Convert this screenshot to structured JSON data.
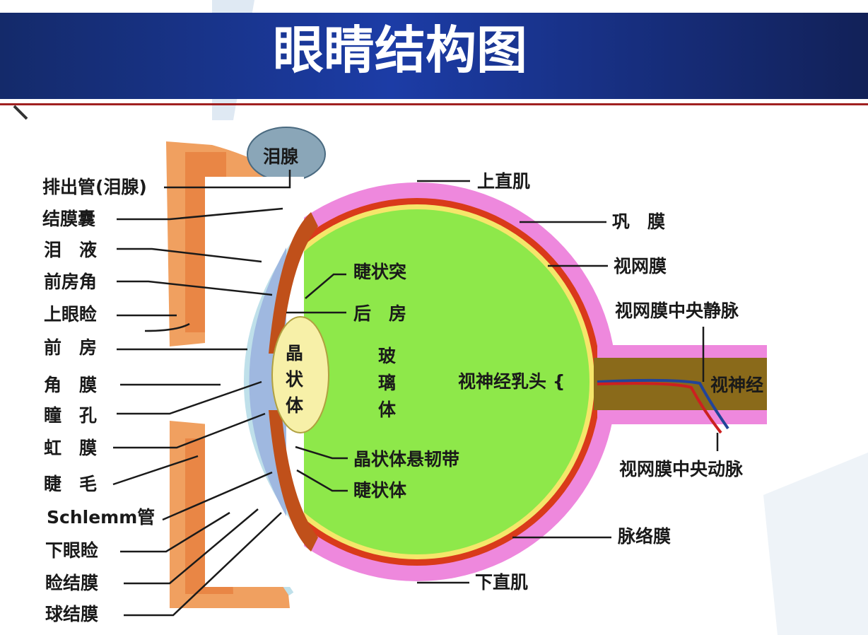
{
  "title": "眼睛结构图",
  "colors": {
    "title_band": "#1a3a9a",
    "sclera": "#ee88dd",
    "choroid": "#d93a1a",
    "retina": "#f5e66a",
    "vitreous": "#8ee84a",
    "lens": "#f7f0a8",
    "anterior_chamber": "#9fb8e0",
    "optic_nerve": "#8a6a1a",
    "divider": "#a02020"
  },
  "labels": {
    "lacrimal_gland": "泪腺",
    "left": [
      "排出管(泪腺)",
      "结膜囊",
      "泪　液",
      "前房角",
      "上眼睑",
      "前　房",
      "角　膜",
      "瞳　孔",
      "虹　膜",
      "睫　毛",
      "Schlemm管",
      "下眼睑",
      "睑结膜",
      "球结膜"
    ],
    "inner": [
      "睫状突",
      "后　房",
      "晶状体悬韧带",
      "睫状体"
    ],
    "lens": [
      "晶",
      "状",
      "体"
    ],
    "vitreous": [
      "玻",
      "璃",
      "体"
    ],
    "right": [
      "上直肌",
      "巩　膜",
      "视网膜",
      "视网膜中央静脉",
      "视神经",
      "视网膜中央动脉",
      "脉络膜",
      "下直肌"
    ],
    "optic_disc": "视神经乳头 {"
  }
}
